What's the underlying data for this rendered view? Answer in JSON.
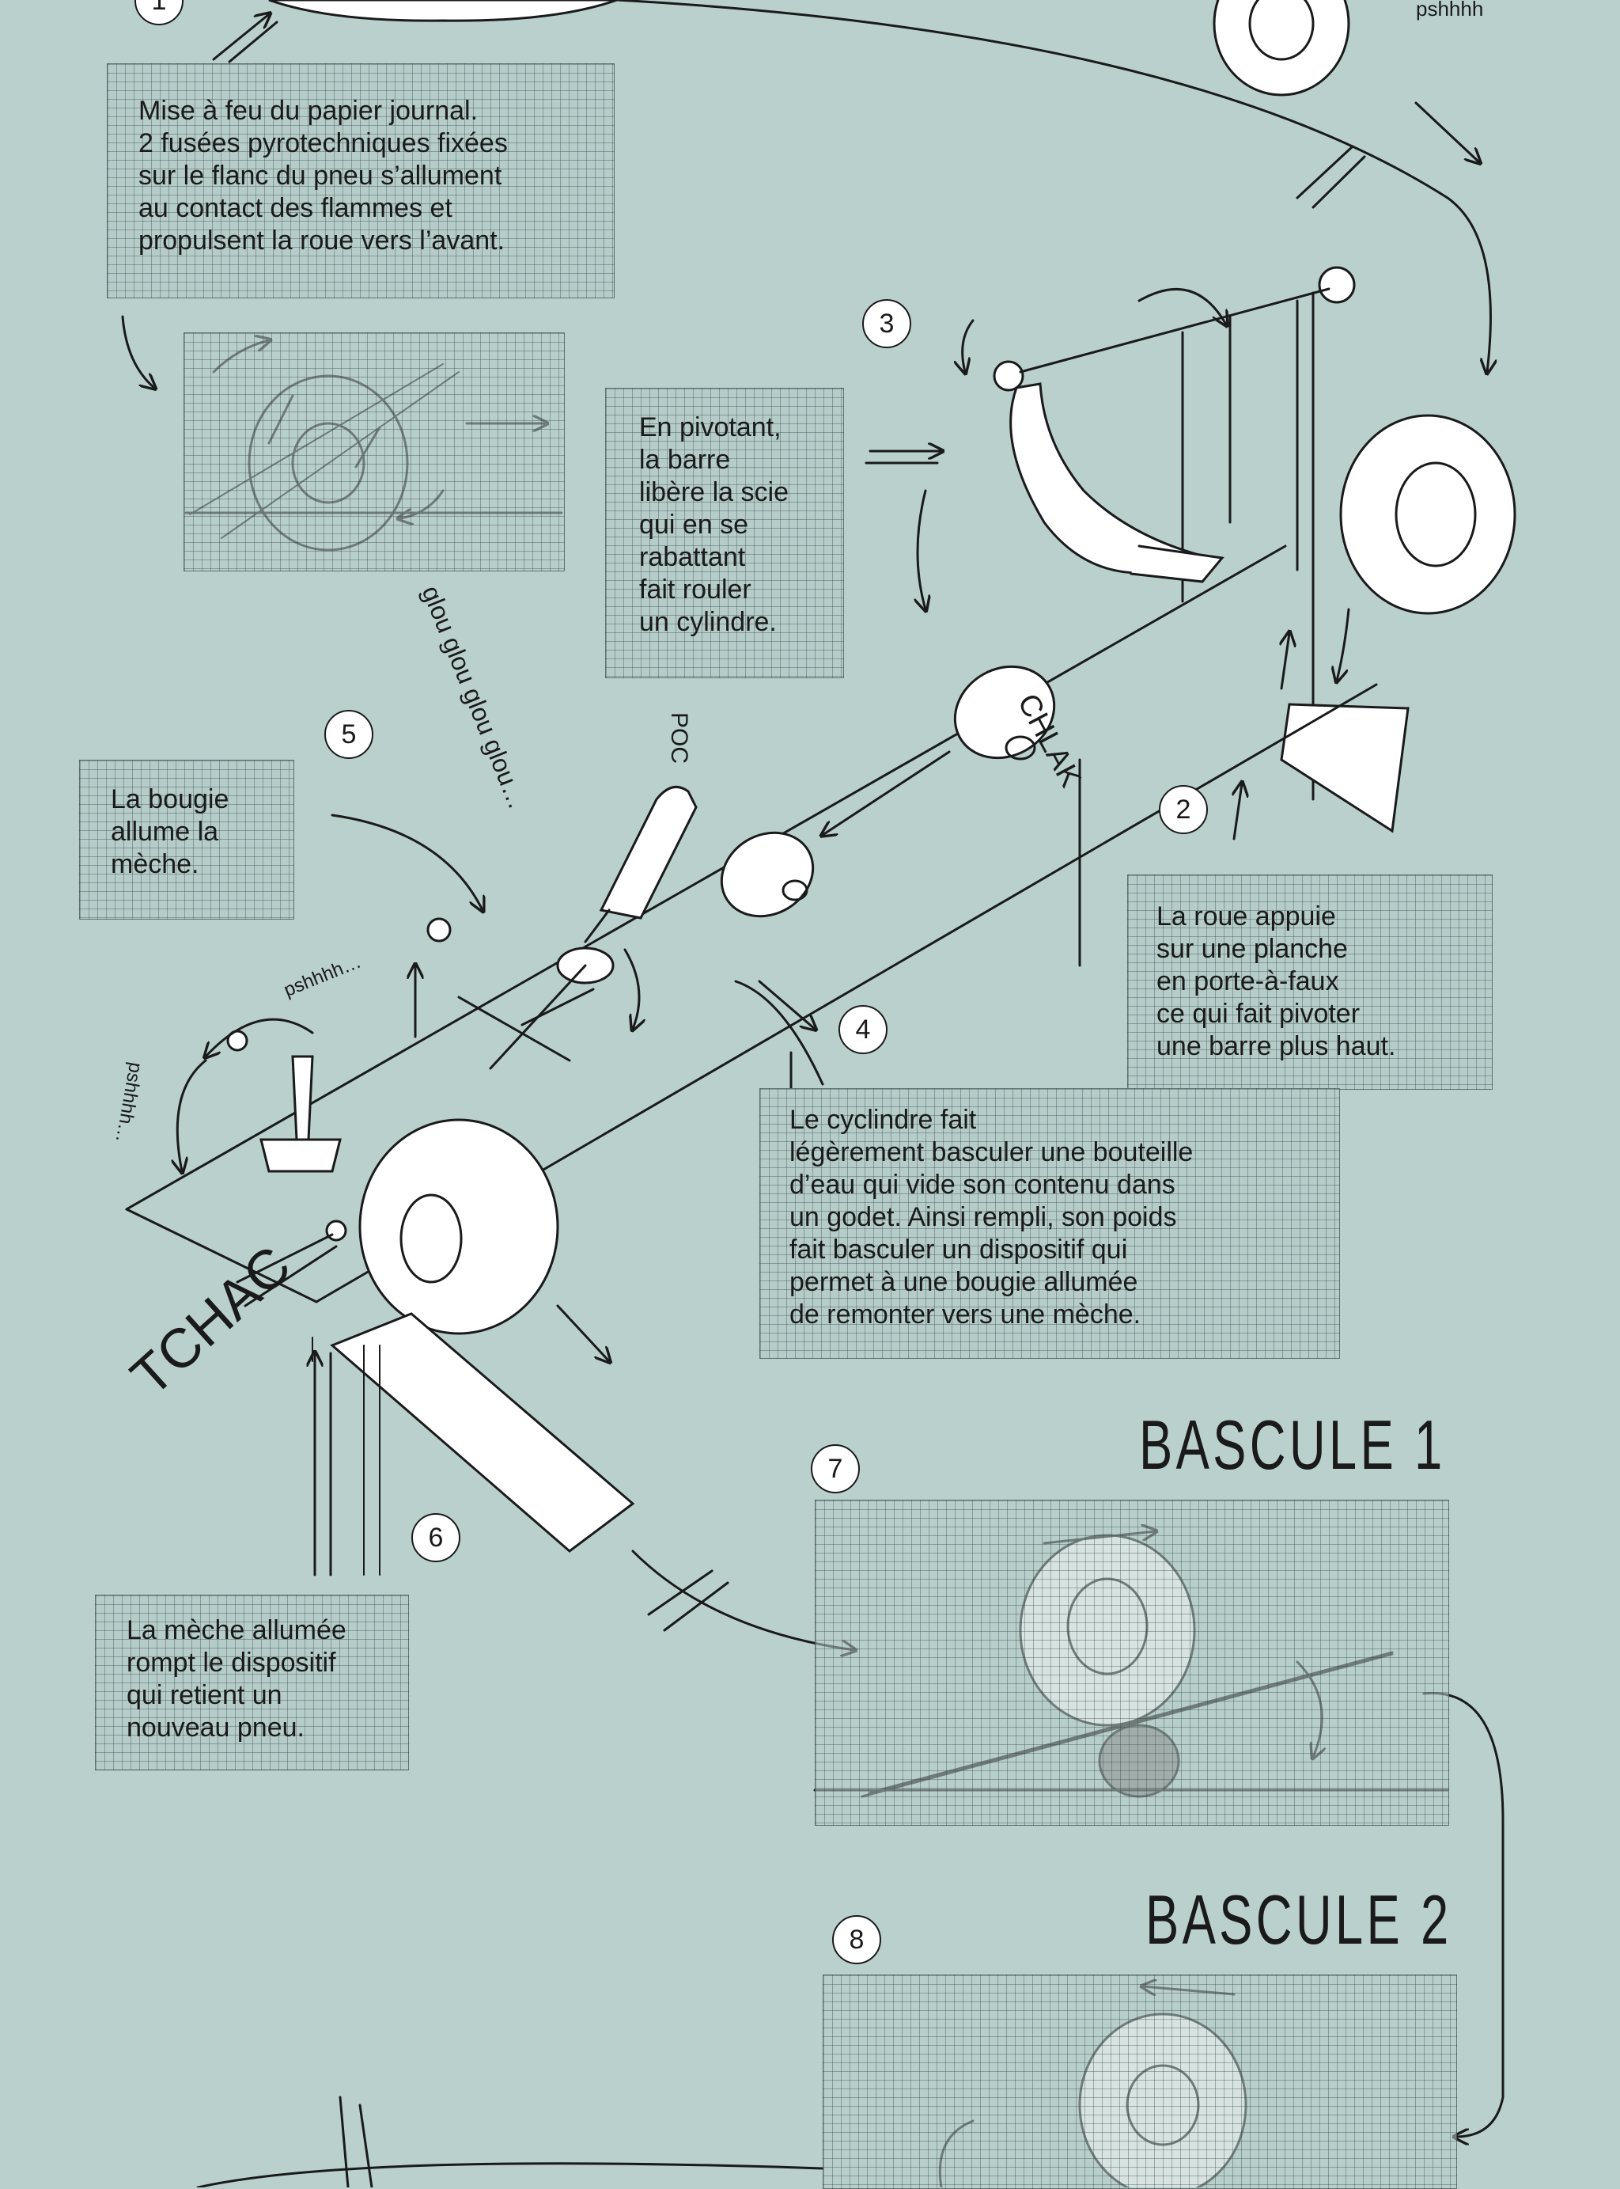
{
  "steps": {
    "s1": {
      "number": "1",
      "text": "Mise à feu du papier journal.\n2 fusées pyrotechniques fixées\nsur le flanc du pneu s’allument\nau contact des flammes et\npropulsent la roue vers l’avant."
    },
    "s2": {
      "number": "2",
      "text": "La roue appuie\nsur une planche\nen porte-à-faux\nce qui fait pivoter\nune barre plus haut."
    },
    "s3": {
      "number": "3",
      "text": "En pivotant,\nla barre\nlibère la scie\nqui en se\nrabattant\nfait rouler\nun cylindre."
    },
    "s4": {
      "number": "4",
      "text": "Le cyclindre fait\nlégèrement basculer une bouteille\nd’eau qui vide son contenu dans\nun godet. Ainsi rempli, son poids\nfait basculer un dispositif qui\npermet à une bougie allumée\nde remonter vers une mèche."
    },
    "s5": {
      "number": "5",
      "text": "La bougie\nallume la\nmèche."
    },
    "s6": {
      "number": "6",
      "text": "La mèche allumée\nrompt le dispositif\nqui retient un\nnouveau pneu."
    },
    "s7": {
      "number": "7",
      "title": "BASCULE 1"
    },
    "s8": {
      "number": "8",
      "title": "BASCULE 2"
    }
  },
  "sound_effects": {
    "pshhhh_top": "pshhhh",
    "chlak": "CHLAK",
    "poc": "POC",
    "glou": "glou glou glou glou…",
    "pshhhh_candle": "pshhhh…",
    "pshhhh_wick": "pshhhh…",
    "tchac": "TCHAC"
  },
  "colors": {
    "background": "#b9d0cd",
    "ink": "#1a1a1a",
    "paper": "#ffffff"
  }
}
